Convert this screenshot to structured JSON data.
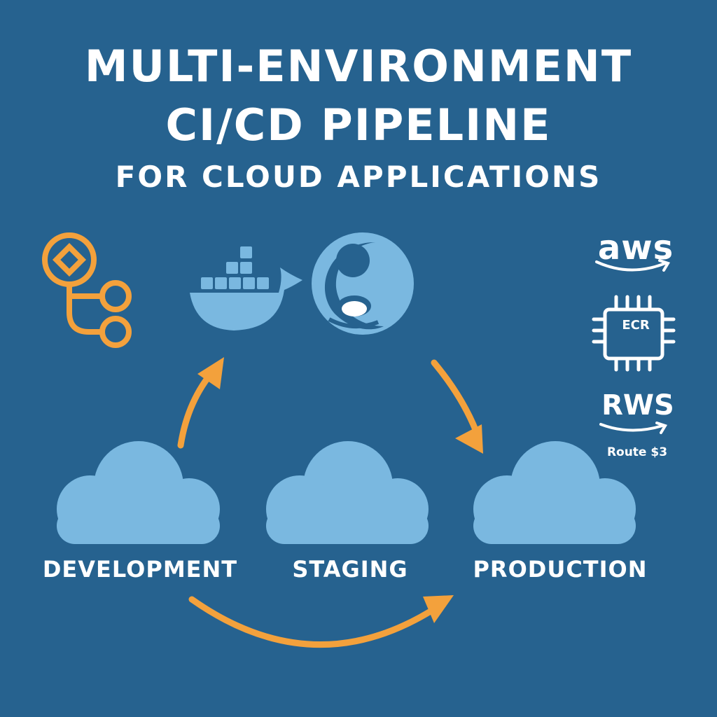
{
  "header": {
    "title_line1": "MULTI-ENVIRONMENT",
    "title_line2": "CI/CD PIPELINE",
    "subtitle": "FOR CLOUD APPLICATIONS"
  },
  "environments": [
    {
      "label": "DEVELOPMENT"
    },
    {
      "label": "STAGING"
    },
    {
      "label": "PRODUCTION"
    }
  ],
  "sidebar": {
    "aws_logo_text": "aws",
    "ecr_chip_label": "ECR",
    "rws_logo_text": "RWS",
    "route_label": "Route $3"
  },
  "icons": {
    "git": "git-branch-icon",
    "docker": "docker-whale-icon",
    "registry": "registry-circle-icon",
    "cloud": "cloud-icon",
    "chip": "chip-icon"
  },
  "colors": {
    "background": "#26628f",
    "cloud": "#7ab8e0",
    "arrow": "#f3a13c",
    "text": "#ffffff"
  }
}
